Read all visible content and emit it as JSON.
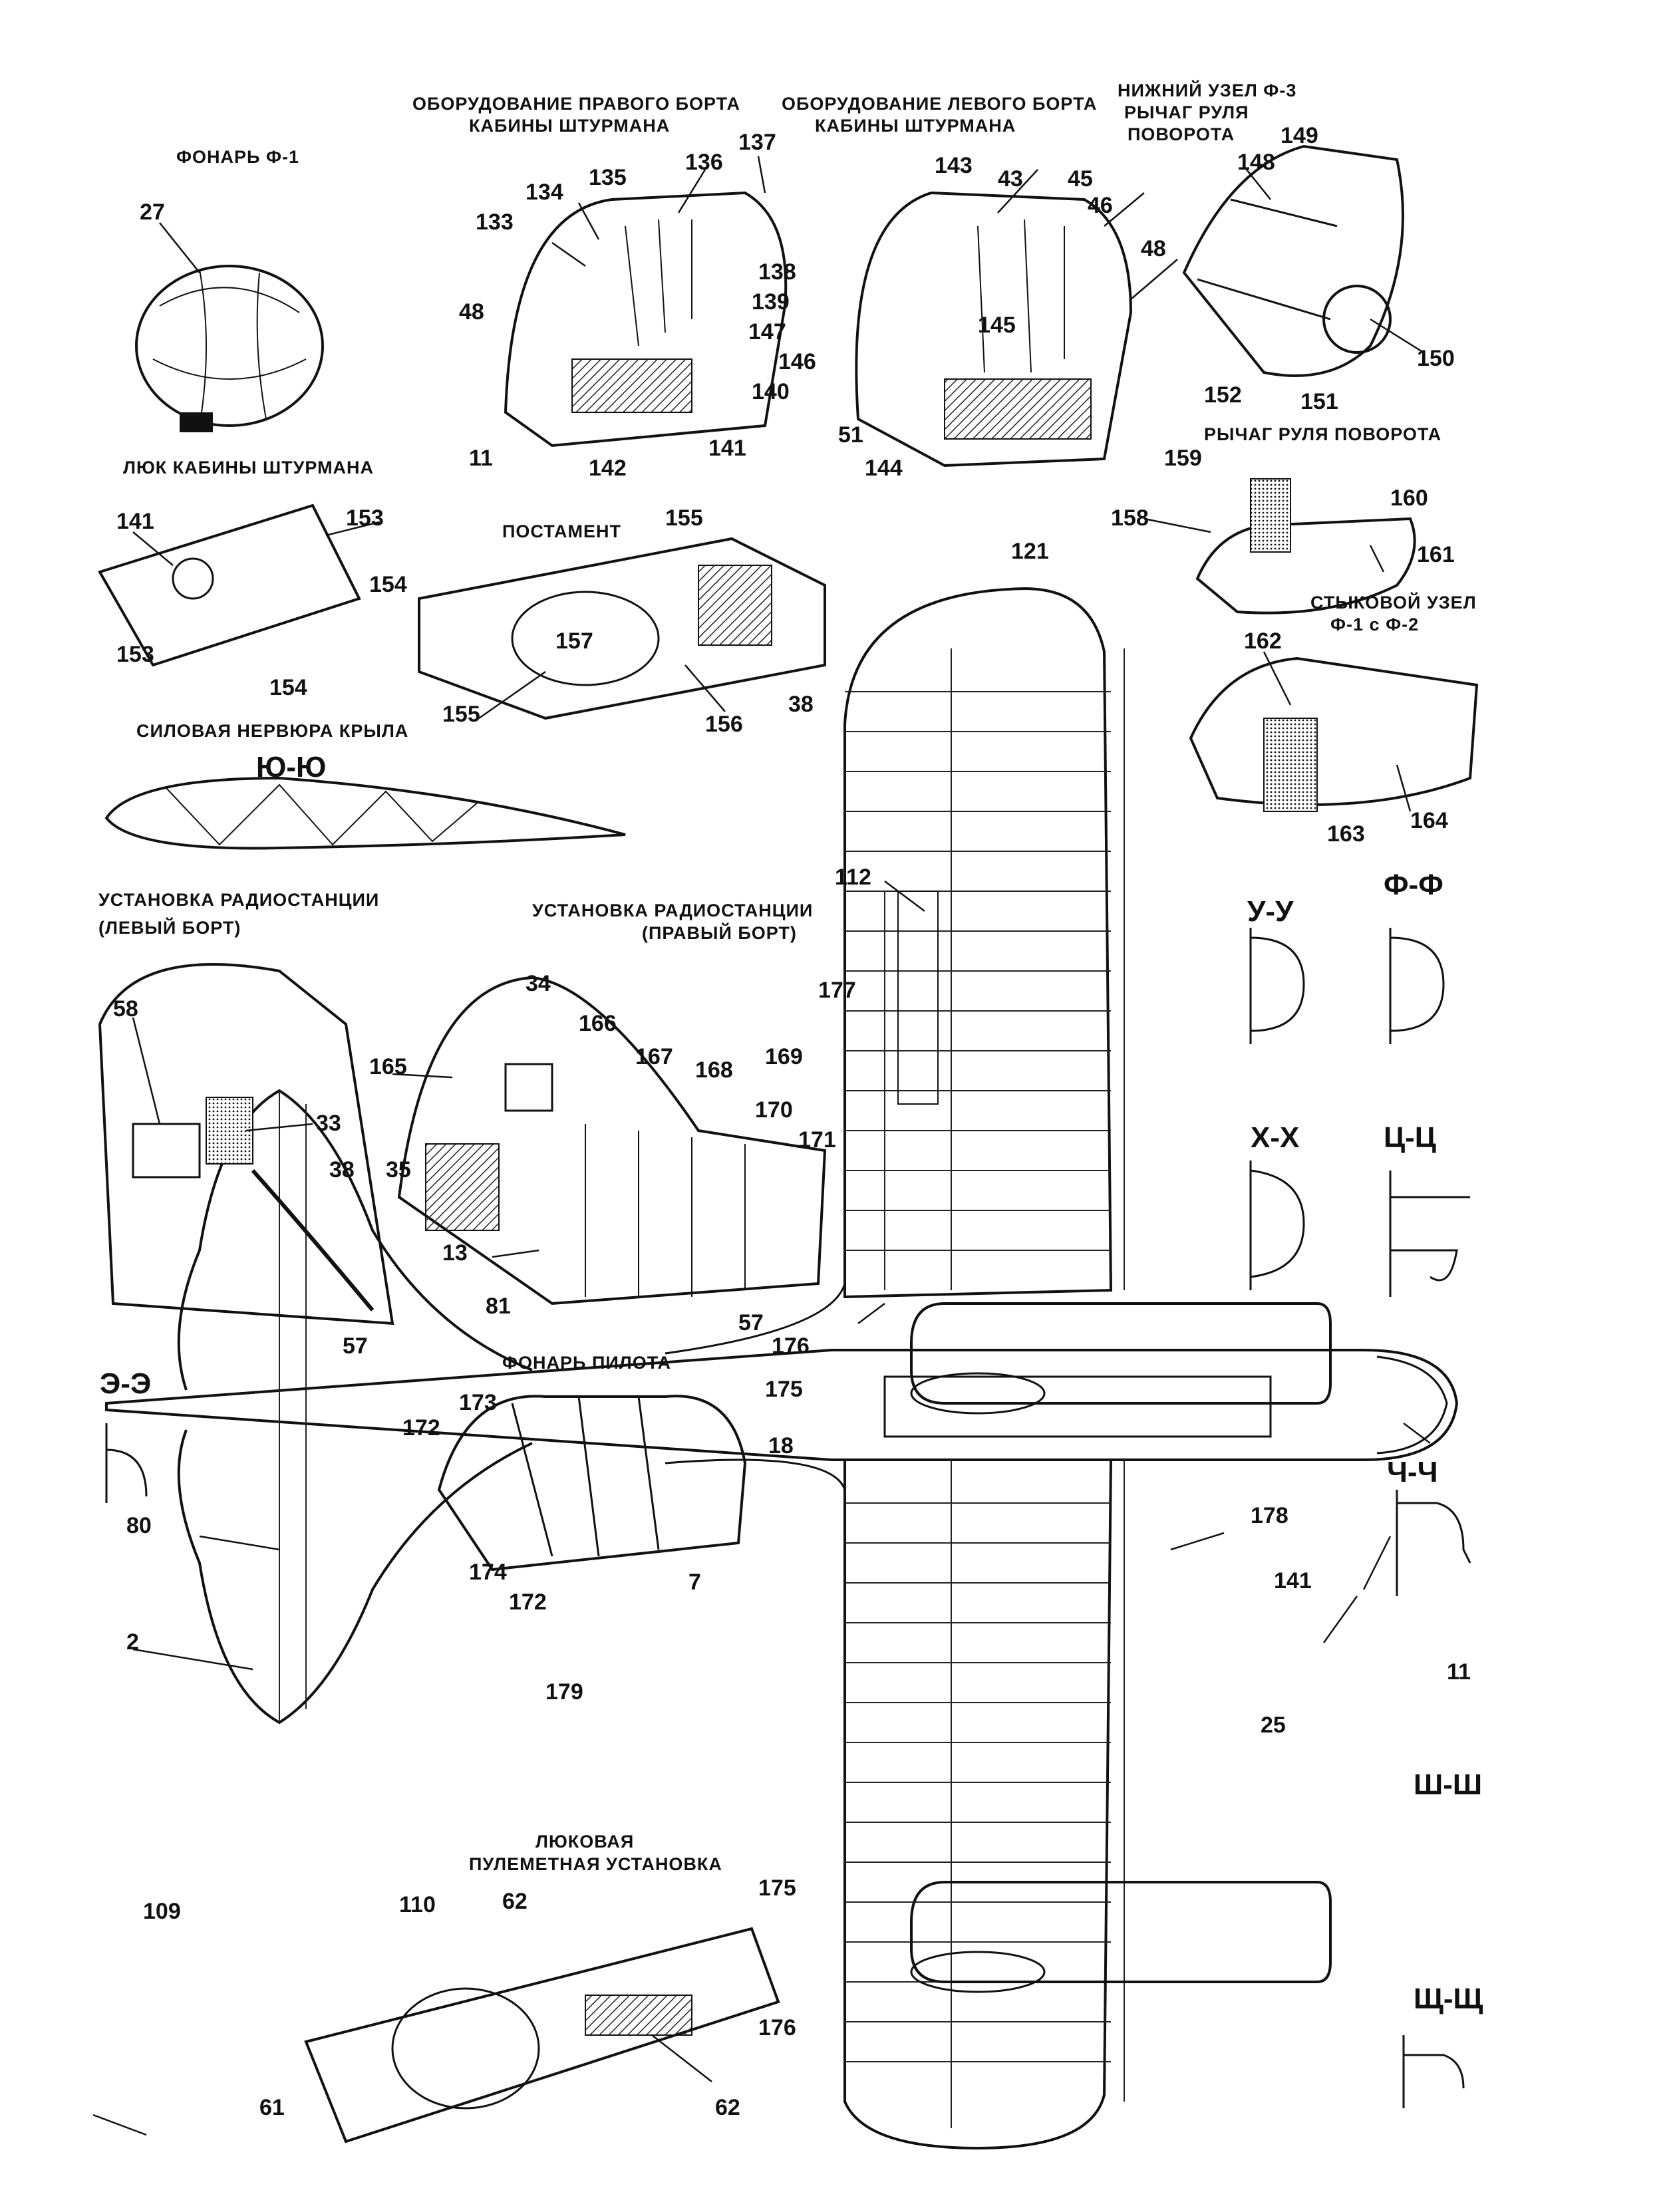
{
  "titles": {
    "canopy_f1": "ФОНАРЬ Ф-1",
    "right_side_equipment_1": "ОБОРУДОВАНИЕ ПРАВОГО БОРТА",
    "right_side_equipment_2": "КАБИНЫ ШТУРМАНА",
    "left_side_equipment_1": "ОБОРУДОВАНИЕ ЛЕВОГО БОРТА",
    "left_side_equipment_2": "КАБИНЫ ШТУРМАНА",
    "lower_node_1": "НИЖНИЙ УЗЕЛ Ф-3",
    "lower_node_2": "РЫЧАГ РУЛЯ",
    "lower_node_3": "ПОВОРОТА",
    "rudder_lever": "РЫЧАГ РУЛЯ ПОВОРОТА",
    "joint_1": "СТЫКОВОЙ УЗЕЛ",
    "joint_2": "Ф-1 с Ф-2",
    "nav_hatch": "ЛЮК КАБИНЫ ШТУРМАНА",
    "pedestal": "ПОСТАМЕНТ",
    "wing_rib": "СИЛОВАЯ НЕРВЮРА КРЫЛА",
    "radio_left_1": "УСТАНОВКА РАДИОСТАНЦИИ",
    "radio_left_2": "(ЛЕВЫЙ БОРТ)",
    "radio_right_1": "УСТАНОВКА РАДИОСТАНЦИИ",
    "radio_right_2": "(ПРАВЫЙ БОРТ)",
    "pilot_canopy": "ФОНАРЬ ПИЛОТА",
    "hatch_gun_1": "ЛЮКОВАЯ",
    "hatch_gun_2": "ПУЛЕМЕТНАЯ УСТАНОВКА"
  },
  "sections": {
    "yu": "Ю-Ю",
    "u": "У-У",
    "f": "Ф-Ф",
    "h": "Х-Х",
    "ts": "Ц-Ц",
    "e": "Э-Э",
    "ch": "Ч-Ч",
    "sh": "Ш-Ш",
    "shch": "Щ-Щ"
  },
  "callouts": {
    "c27": "27",
    "c133": "133",
    "c134": "134",
    "c135": "135",
    "c136": "136",
    "c137": "137",
    "c138": "138",
    "c139": "139",
    "c147": "147",
    "c146": "146",
    "c140": "140",
    "c141a": "141",
    "c142": "142",
    "c48a": "48",
    "c11a": "11",
    "c143": "143",
    "c43": "43",
    "c45": "45",
    "c46": "46",
    "c48b": "48",
    "c145": "145",
    "c51": "51",
    "c144": "144",
    "c148": "148",
    "c149": "149",
    "c150": "150",
    "c151": "151",
    "c152": "152",
    "c158": "158",
    "c159": "159",
    "c160": "160",
    "c161": "161",
    "c162": "162",
    "c163": "163",
    "c164": "164",
    "c141b": "141",
    "c153a": "153",
    "c153b": "153",
    "c154a": "154",
    "c154b": "154",
    "c155a": "155",
    "c155b": "155",
    "c157": "157",
    "c156": "156",
    "c38a": "38",
    "c58": "58",
    "c33": "33",
    "c38b": "38",
    "c57a": "57",
    "c34": "34",
    "c165": "165",
    "c166": "166",
    "c35": "35",
    "c167": "167",
    "c168": "168",
    "c169": "169",
    "c170": "170",
    "c171": "171",
    "c13": "13",
    "c81": "81",
    "c57b": "57",
    "c173": "173",
    "c172a": "172",
    "c172b": "172",
    "c18": "18",
    "c174": "174",
    "c7": "7",
    "c80": "80",
    "c2": "2",
    "c179": "179",
    "c109": "109",
    "c110": "110",
    "c62a": "62",
    "c62b": "62",
    "c61": "61",
    "c121": "121",
    "c112": "112",
    "c177": "177",
    "c176a": "176",
    "c175a": "175",
    "c178": "178",
    "c141c": "141",
    "c11b": "11",
    "c25": "25",
    "c175b": "175",
    "c176b": "176"
  }
}
